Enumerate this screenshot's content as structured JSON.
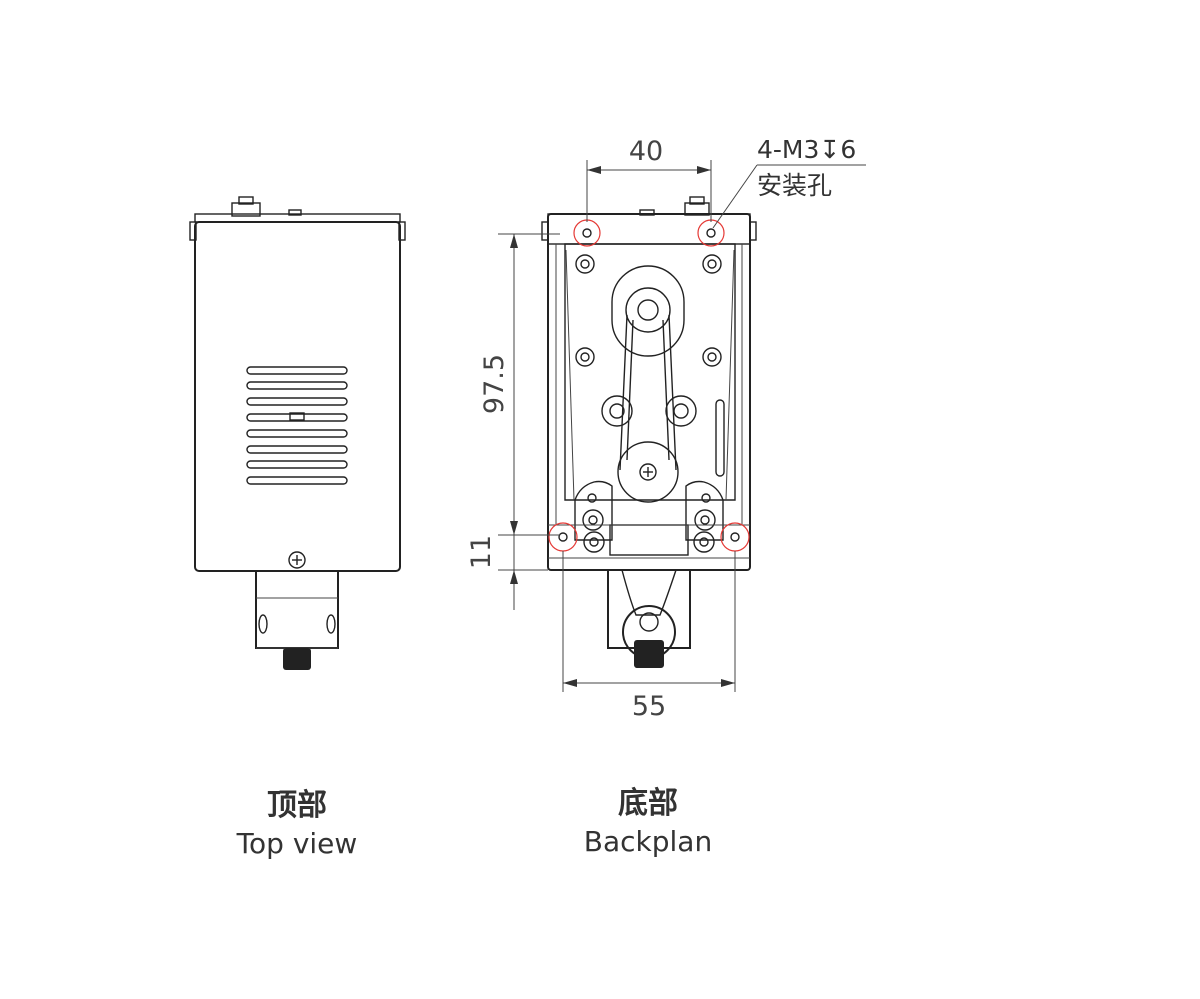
{
  "views": {
    "top": {
      "title_zh": "顶部",
      "title_en": "Top view"
    },
    "bottom": {
      "title_zh": "底部",
      "title_en": "Backplan"
    }
  },
  "dimensions": {
    "width_top": "40",
    "height_main": "97.5",
    "height_base": "11",
    "width_bottom": "55"
  },
  "callout": {
    "thread": "4-M3↧6",
    "label": "安装孔"
  },
  "colors": {
    "line": "#222222",
    "hole_marker": "#e53935",
    "text": "#333333"
  }
}
